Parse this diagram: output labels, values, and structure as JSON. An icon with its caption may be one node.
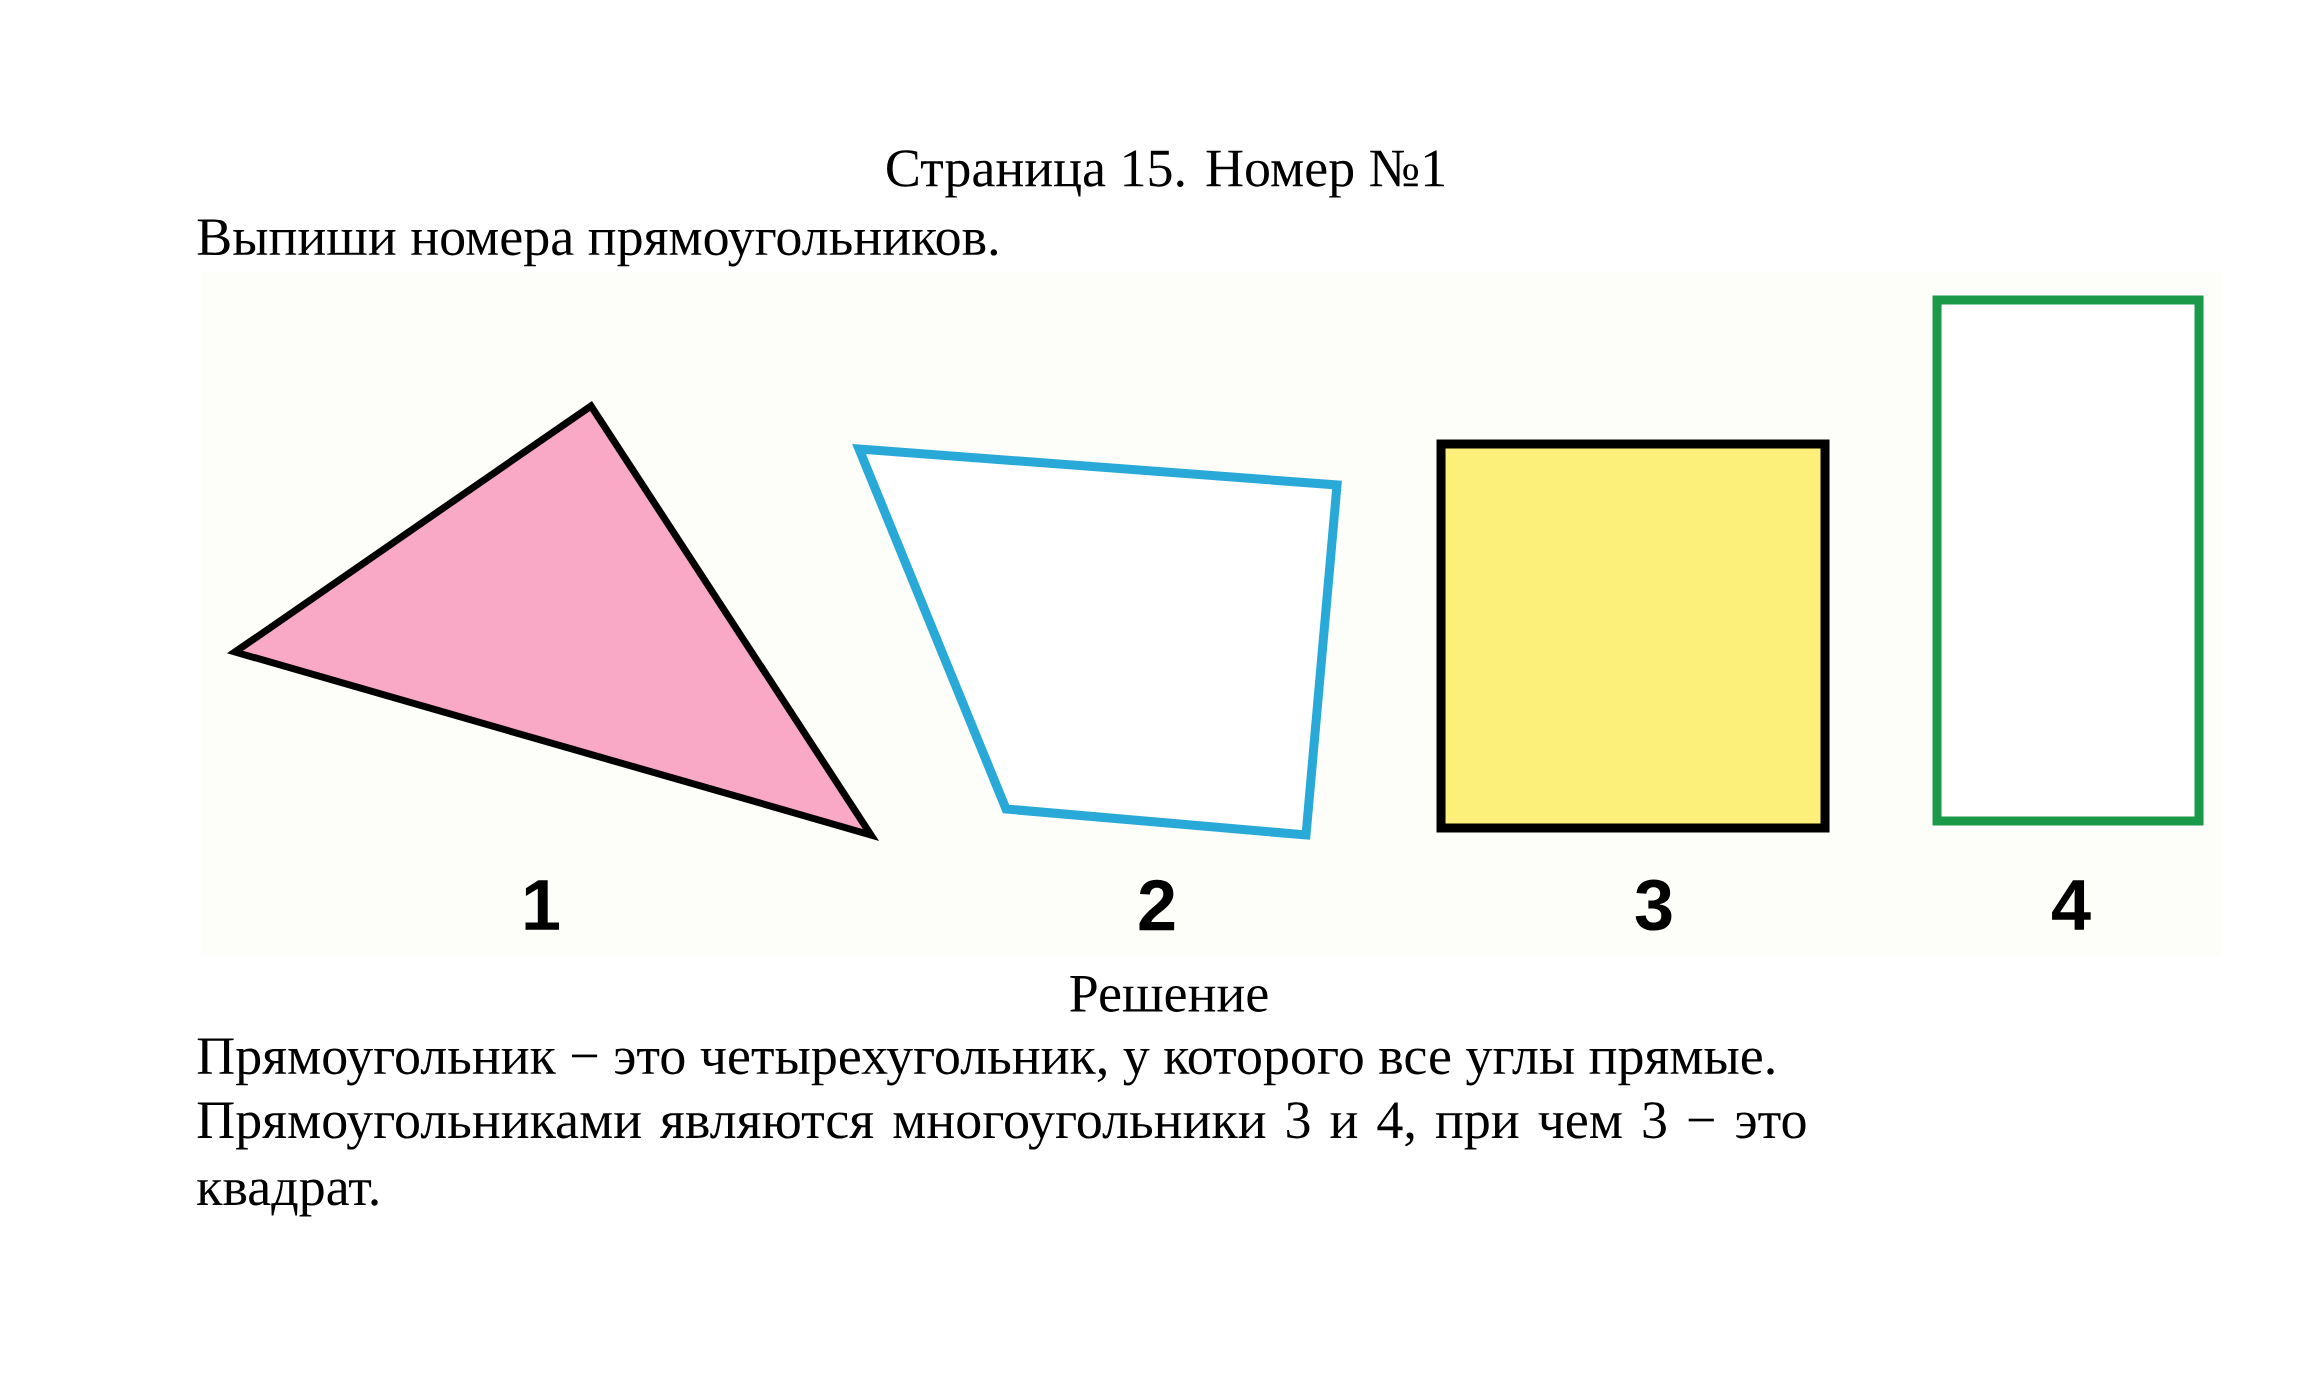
{
  "diagram": {
    "title": "Страница 15. Номер №1",
    "nodes": [
      {
        "text": [],
        "shape": "triangle",
        "beside": [
          "1"
        ]
      },
      {
        "text": [],
        "shape": "quadrilateral",
        "beside": [
          "2"
        ]
      },
      {
        "text": [],
        "shape": "square",
        "beside": [
          "3"
        ]
      },
      {
        "text": [],
        "shape": "rectangle",
        "beside": [
          "4"
        ]
      }
    ],
    "labels": [
      "Выпиши номера прямоугольников.",
      "Решение",
      "Прямоугольник − это четырехугольник, у которого все углы прямые.",
      "Прямоугольниками являются многоугольники 3 и 4, при чем 3 − это квадрат."
    ]
  }
}
